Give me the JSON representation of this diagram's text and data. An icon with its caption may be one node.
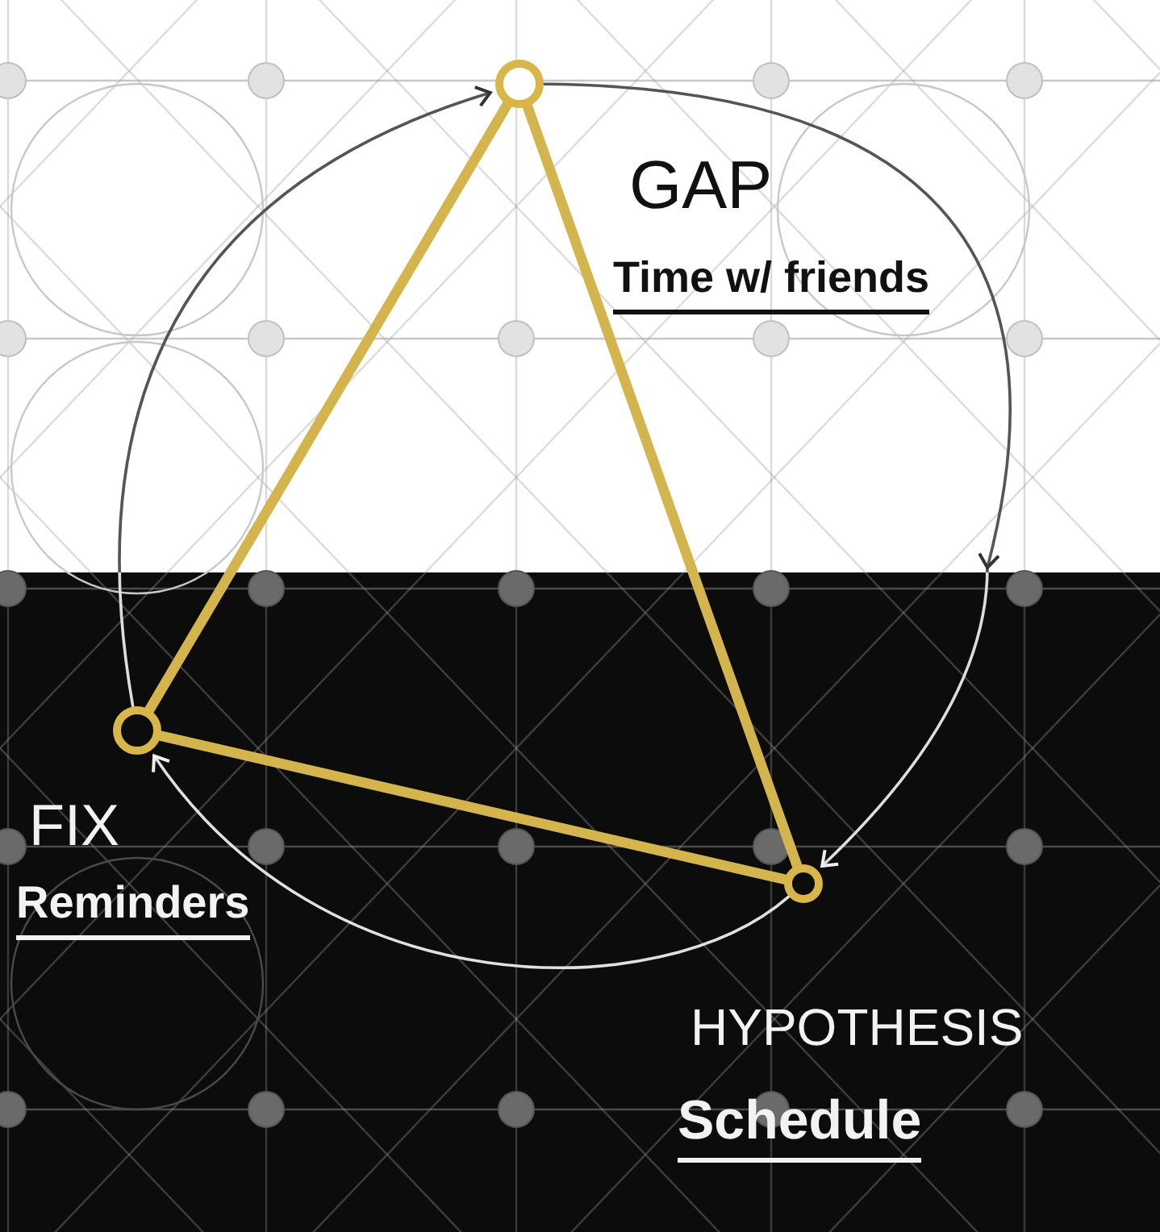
{
  "diagram": {
    "nodes": [
      {
        "text": [],
        "shape": "circle",
        "beside": [
          "GAP",
          "Time w/ friends"
        ]
      },
      {
        "text": [],
        "shape": "circle",
        "beside": [
          "FIX",
          "Reminders"
        ]
      },
      {
        "text": [],
        "shape": "circle",
        "beside": [
          "HYPOTHESIS",
          "Schedule"
        ]
      }
    ],
    "edges": [
      {
        "from": 0,
        "to": 1,
        "arrow": "none",
        "color": "#d4b44c"
      },
      {
        "from": 0,
        "to": 2,
        "arrow": "none",
        "color": "#d4b44c"
      },
      {
        "from": 1,
        "to": 2,
        "arrow": "none",
        "color": "#d4b44c"
      },
      {
        "from": 1,
        "to": 0,
        "arrow": "to"
      },
      {
        "from": 0,
        "to": 2,
        "arrow": "to"
      },
      {
        "from": 2,
        "to": 1,
        "arrow": "to",
        "color": "#e0e0e0"
      }
    ]
  }
}
